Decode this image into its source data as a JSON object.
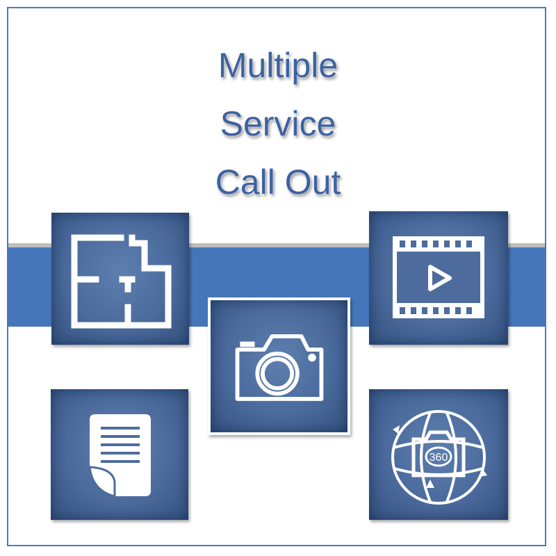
{
  "header": {
    "title_lines": [
      "Multiple",
      "Service",
      "Call Out"
    ]
  },
  "tiles": [
    {
      "name": "floor-plan",
      "icon": "floor-plan-icon"
    },
    {
      "name": "photography",
      "icon": "camera-icon"
    },
    {
      "name": "video",
      "icon": "film-play-icon"
    },
    {
      "name": "document",
      "icon": "document-icon"
    },
    {
      "name": "virtual-tour",
      "icon": "360-camera-icon",
      "icon_text": "360"
    }
  ],
  "colors": {
    "accent": "#4576b9",
    "tile": "#4a6a9c",
    "title": "#3d62a0",
    "frame": "#4f79b6"
  }
}
